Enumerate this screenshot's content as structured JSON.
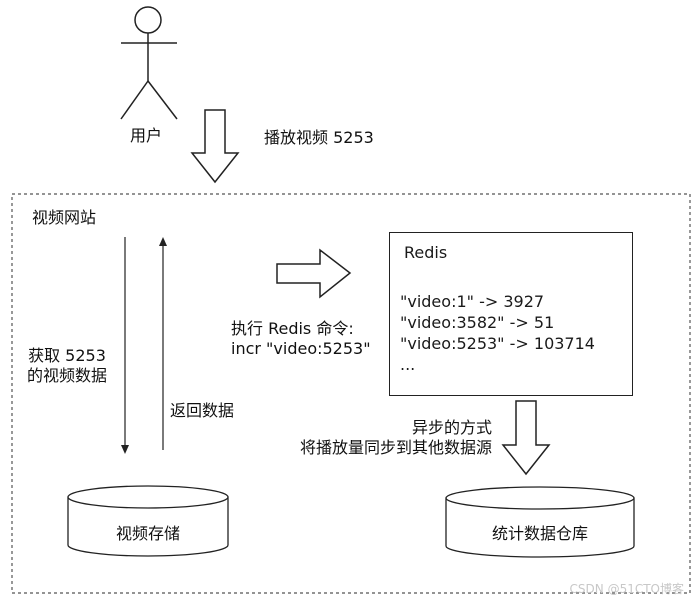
{
  "user": {
    "label": "用户"
  },
  "play_action": {
    "label": "播放视频 5253"
  },
  "website": {
    "label": "视频网站"
  },
  "fetch": {
    "line1": "获取 5253",
    "line2": "的视频数据"
  },
  "return_data": {
    "label": "返回数据"
  },
  "redis_command": {
    "line1": "执行 Redis 命令:",
    "line2": "incr \"video:5253\""
  },
  "redis": {
    "title": "Redis",
    "entries": [
      "\"video:1\" -> 3927",
      "\"video:3582\" -> 51",
      "\"video:5253\" -> 103714",
      "..."
    ]
  },
  "async_sync": {
    "line1": "异步的方式",
    "line2": "将播放量同步到其他数据源"
  },
  "video_storage": {
    "label": "视频存储"
  },
  "stats_warehouse": {
    "label": "统计数据仓库"
  },
  "watermark": {
    "text": "CSDN @51CTO博客"
  }
}
